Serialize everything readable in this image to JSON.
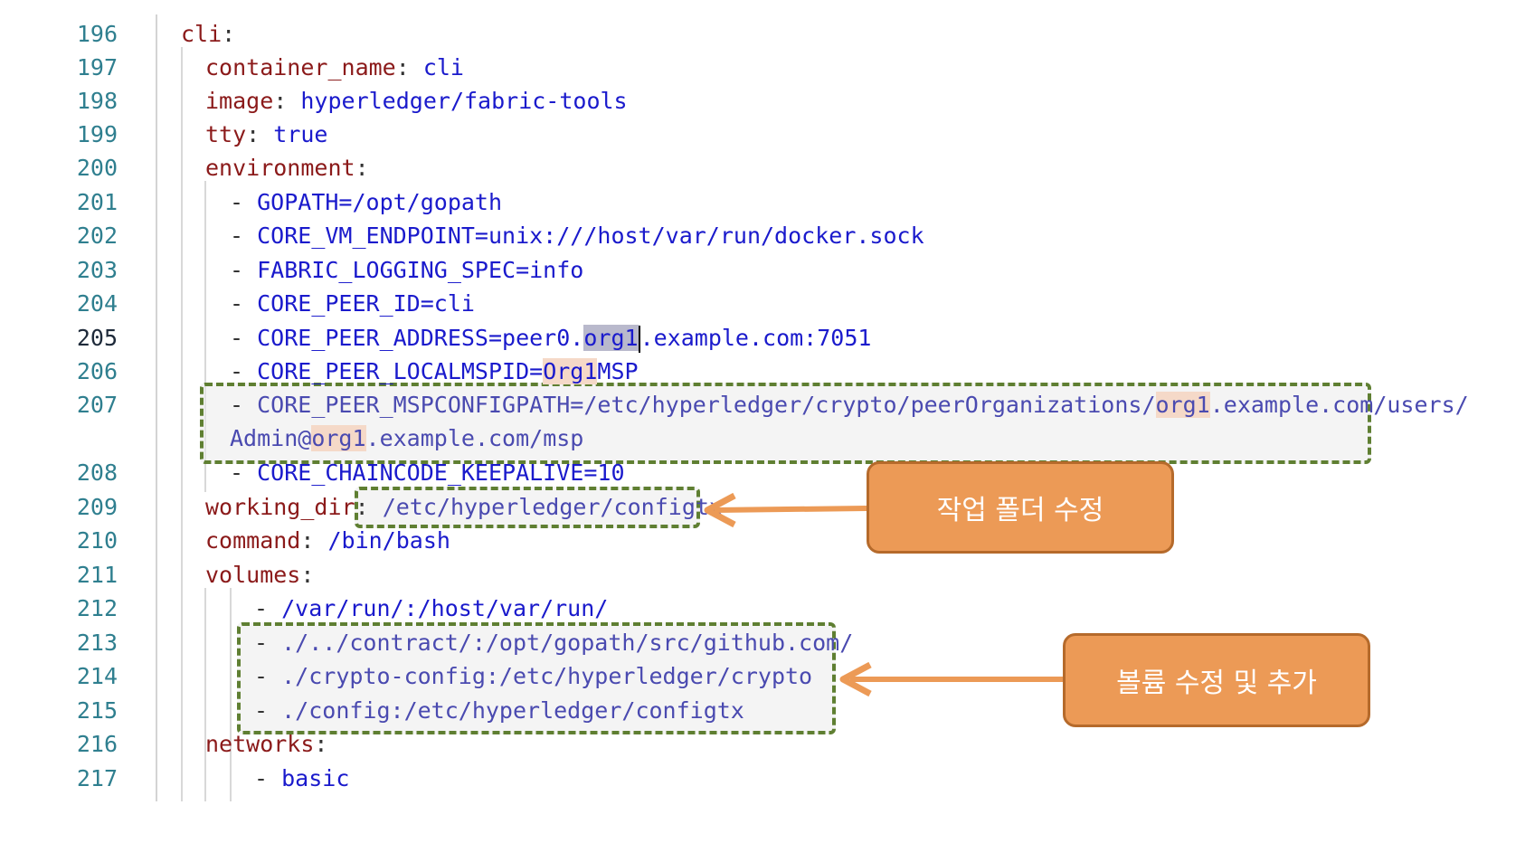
{
  "line_numbers": [
    "196",
    "197",
    "198",
    "199",
    "200",
    "201",
    "202",
    "203",
    "204",
    "205",
    "206",
    "207",
    "208",
    "209",
    "210",
    "211",
    "212",
    "213",
    "214",
    "215",
    "216",
    "217"
  ],
  "code": {
    "l196": {
      "key": "cli",
      "colon": ":"
    },
    "l197": {
      "key": "container_name",
      "colon": ": ",
      "value": "cli"
    },
    "l198": {
      "key": "image",
      "colon": ": ",
      "value": "hyperledger/fabric-tools"
    },
    "l199": {
      "key": "tty",
      "colon": ": ",
      "value": "true"
    },
    "l200": {
      "key": "environment",
      "colon": ":"
    },
    "l201": {
      "dash": "- ",
      "value": "GOPATH=/opt/gopath"
    },
    "l202": {
      "dash": "- ",
      "value": "CORE_VM_ENDPOINT=unix:///host/var/run/docker.sock"
    },
    "l203": {
      "dash": "- ",
      "value": "FABRIC_LOGGING_SPEC=info"
    },
    "l204": {
      "dash": "- ",
      "value": "CORE_PEER_ID=cli"
    },
    "l205": {
      "dash": "- ",
      "pre": "CORE_PEER_ADDRESS=peer0.",
      "hl": "org1",
      "post": ".example.com:7051"
    },
    "l206": {
      "dash": "- ",
      "pre": "CORE_PEER_LOCALMSPID=",
      "hl": "Org1",
      "post": "MSP"
    },
    "l207a": {
      "dash": "- ",
      "pre": "CORE_PEER_MSPCONFIGPATH=/etc/hyperledger/crypto/peerOrganizations/",
      "hl": "org1",
      "post": ".example.com/users/"
    },
    "l207b": {
      "pre": "Admin@",
      "hl": "org1",
      "post": ".example.com/msp"
    },
    "l208": {
      "dash": "- ",
      "value": "CORE_CHAINCODE_KEEPALIVE=10"
    },
    "l209": {
      "key": "working_dir",
      "colon": ": ",
      "value": "/etc/hyperledger/configtx"
    },
    "l210": {
      "key": "command",
      "colon": ": ",
      "value": "/bin/bash"
    },
    "l211": {
      "key": "volumes",
      "colon": ":"
    },
    "l212": {
      "dash": "- ",
      "value": "/var/run/:/host/var/run/"
    },
    "l213": {
      "dash": "- ",
      "value": "./../contract/:/opt/gopath/src/github.com/"
    },
    "l214": {
      "dash": "- ",
      "value": "./crypto-config:/etc/hyperledger/crypto"
    },
    "l215": {
      "dash": "- ",
      "value": "./config:/etc/hyperledger/configtx"
    },
    "l216": {
      "key": "networks",
      "colon": ":"
    },
    "l217": {
      "dash": "- ",
      "value": "basic"
    }
  },
  "annotations": {
    "working_dir_note": "작업 폴더 수정",
    "volumes_note": "볼륨 수정 및 추가"
  },
  "colors": {
    "key": "#8b1a1a",
    "value": "#1a1acc",
    "line_number": "#2f7f8f",
    "box_border": "#5f7f32",
    "callout_fill": "#ec9a56",
    "arrow": "#ec9a56"
  }
}
